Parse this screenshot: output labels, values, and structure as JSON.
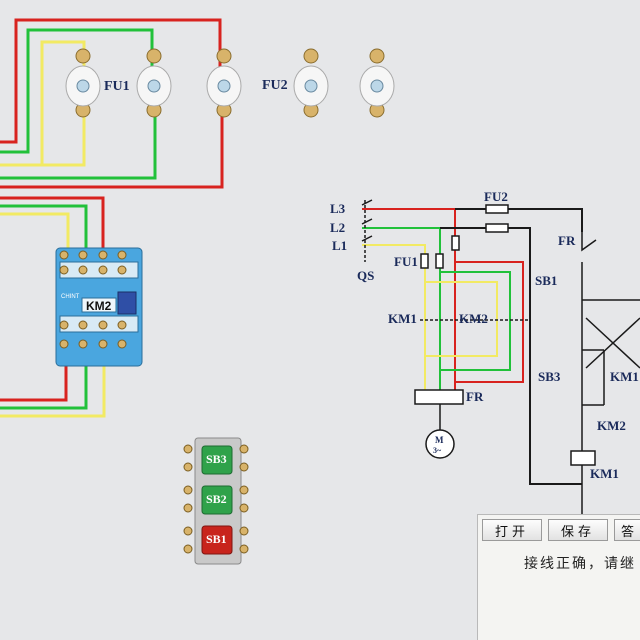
{
  "fuse_labels": {
    "fu1": "FU1",
    "fu2": "FU2"
  },
  "contactor": {
    "label": "KM2",
    "brand": "CHINT"
  },
  "pushbuttons": [
    {
      "label": "SB3",
      "color": "#2fa24a"
    },
    {
      "label": "SB2",
      "color": "#2fa24a"
    },
    {
      "label": "SB1",
      "color": "#c8241c"
    }
  ],
  "schematic": {
    "l3": "L3",
    "l2": "L2",
    "l1": "L1",
    "qs": "QS",
    "fu1": "FU1",
    "fu2": "FU2",
    "km1_main": "KM1",
    "km2_main": "KM2",
    "fr_main": "FR",
    "motor_m": "M",
    "motor_3": "3~",
    "fr_ctrl": "FR",
    "sb1": "SB1",
    "sb3": "SB3",
    "km1_aux": "KM1",
    "km2_aux": "KM2",
    "km1_coil": "KM1"
  },
  "toolbar": {
    "open": "打开",
    "save": "保存",
    "answer": "答"
  },
  "status_text": "接线正确，请继",
  "colors": {
    "wire_red": "#d8231f",
    "wire_green": "#21c13a",
    "wire_yellow": "#f2ea63",
    "wire_black": "#1a1a1a",
    "contactor_body": "#4aa6df"
  }
}
